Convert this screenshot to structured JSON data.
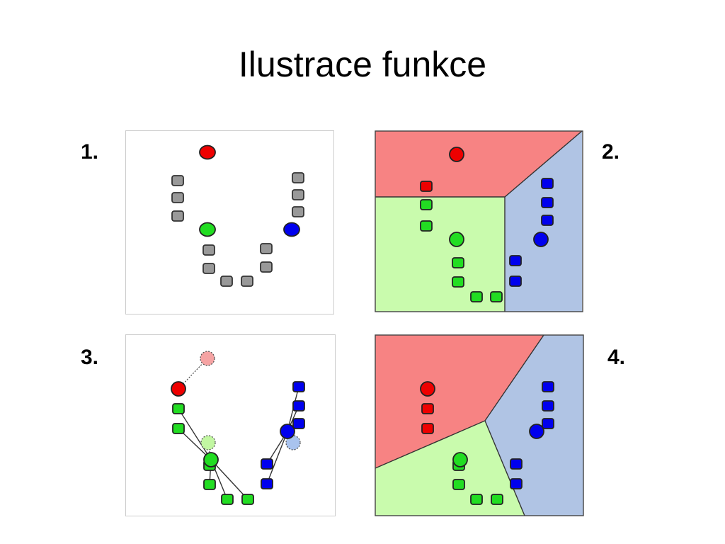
{
  "slide": {
    "title": "Ilustrace funkce"
  },
  "panels": [
    {
      "label": "1."
    },
    {
      "label": "2."
    },
    {
      "label": "3."
    },
    {
      "label": "4."
    }
  ],
  "colors": {
    "red": "#ee0000",
    "green": "#22dd22",
    "blue": "#0000ee",
    "gray": "#999999",
    "region_red": "#f78383",
    "region_green": "#c9fbad",
    "region_blue": "#b0c4e4",
    "ghost_red": "#f5a3a3",
    "ghost_green": "#c2f7a2",
    "ghost_blue": "#a9c3ee"
  }
}
